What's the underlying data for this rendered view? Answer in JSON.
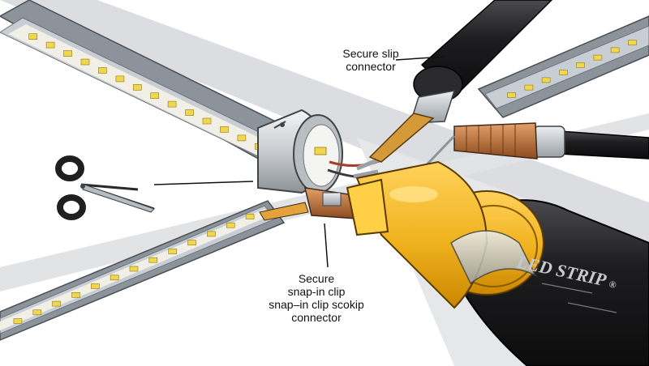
{
  "labels": {
    "slip_connector": [
      "Secure slip",
      "connector"
    ],
    "snap_in_clip": [
      "Secure",
      "snap-in clip",
      "snap–in clip scokip",
      "connector"
    ]
  },
  "brand": {
    "main_text": "LED STRIP",
    "registered_mark": "®"
  },
  "icons": {
    "cutting_tool": "scissors-icon"
  },
  "colors": {
    "background": "#ffffff",
    "shadow": "#d9dadc",
    "strip_frame": "#8c939b",
    "strip_channel": "#c9ced4",
    "led_chip": "#f2d74a",
    "connector_gold": "#f0b21e",
    "cable_black": "#1d1d1f",
    "copper": "#b0672f",
    "label_text": "#111111"
  }
}
